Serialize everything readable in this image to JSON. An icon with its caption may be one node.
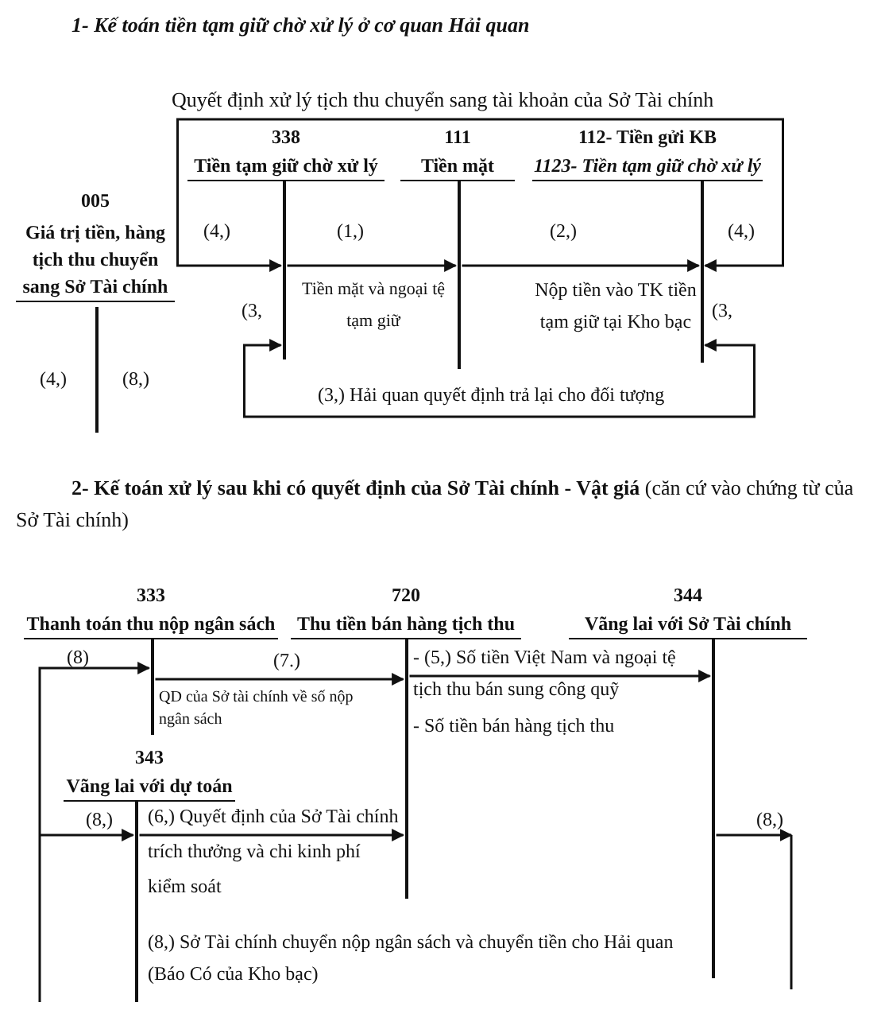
{
  "diagram": {
    "nodes": [
      {
        "text": [
          "338",
          "Tiền tạm giữ chờ xử lý"
        ]
      },
      {
        "text": [
          "111",
          "Tiền mặt"
        ]
      },
      {
        "text": [
          "112- Tiền gửi KB",
          "1123- Tiền tạm giữ chờ xử lý"
        ]
      },
      {
        "text": [
          "005",
          "Giá trị tiền, hàng tịch thu chuyển sang Sở Tài chính"
        ]
      },
      {
        "text": [
          "333",
          "Thanh toán thu nộp ngân sách"
        ]
      },
      {
        "text": [
          "720",
          "Thu tiền bán hàng tịch thu"
        ]
      },
      {
        "text": [
          "344",
          "Vãng lai với Sở Tài chính"
        ]
      },
      {
        "text": [
          "343",
          "Vãng lai với dự toán"
        ]
      }
    ],
    "edges": [
      {
        "from": 2,
        "to": 0,
        "arrow": "both",
        "label": "Quyết định xử lý tịch thu chuyển sang tài khoản của Sở Tài chính"
      },
      {
        "from": 0,
        "to": 1,
        "arrow": "to",
        "label": "(1,)"
      },
      {
        "from": 1,
        "to": 2,
        "arrow": "to",
        "label": "(2,)"
      },
      {
        "from": 2,
        "to": 0,
        "arrow": "both",
        "label": "(3,) Hải quan quyết định trả lại cho đối tượng"
      },
      {
        "from": null,
        "to": 4,
        "arrow": "to",
        "label": "(8)"
      },
      {
        "from": 4,
        "to": 5,
        "arrow": "to",
        "label": "(7.)"
      },
      {
        "from": 5,
        "to": 6,
        "arrow": "to"
      },
      {
        "from": null,
        "to": 7,
        "arrow": "to",
        "label": "(8,)"
      },
      {
        "from": 7,
        "to": 5,
        "arrow": "to",
        "label": "(6,) Quyết định của Sở Tài chính trích thưởng và chi kinh phí kiểm soát"
      },
      {
        "from": 6,
        "to": null,
        "arrow": "to",
        "label": "(8,)"
      }
    ],
    "labels": [
      "1- Kế toán tiền tạm giữ chờ xử lý ở cơ quan Hải quan",
      "(4,)",
      "(4,)",
      "Tiền mặt và ngoại tệ tạm giữ",
      "Nộp tiền vào TK tiền tạm giữ tại Kho bạc",
      "(3,",
      "(3,",
      "(4,)",
      "(8,)",
      "**2- Kế toán xử lý sau khi có quyết định của Sở Tài chính - Vật giá** (căn cứ vào chứng từ của Sở Tài chính)",
      "QD của Sở tài chính về số nộp ngân sách",
      "- (5,) Số tiền Việt Nam và ngoại tệ tịch thu bán sung công quỹ",
      "- Số tiền bán hàng tịch thu",
      "(8,) Sở Tài chính chuyển nộp ngân sách và chuyển tiền cho Hải quan (Báo Có của Kho bạc)"
    ]
  }
}
